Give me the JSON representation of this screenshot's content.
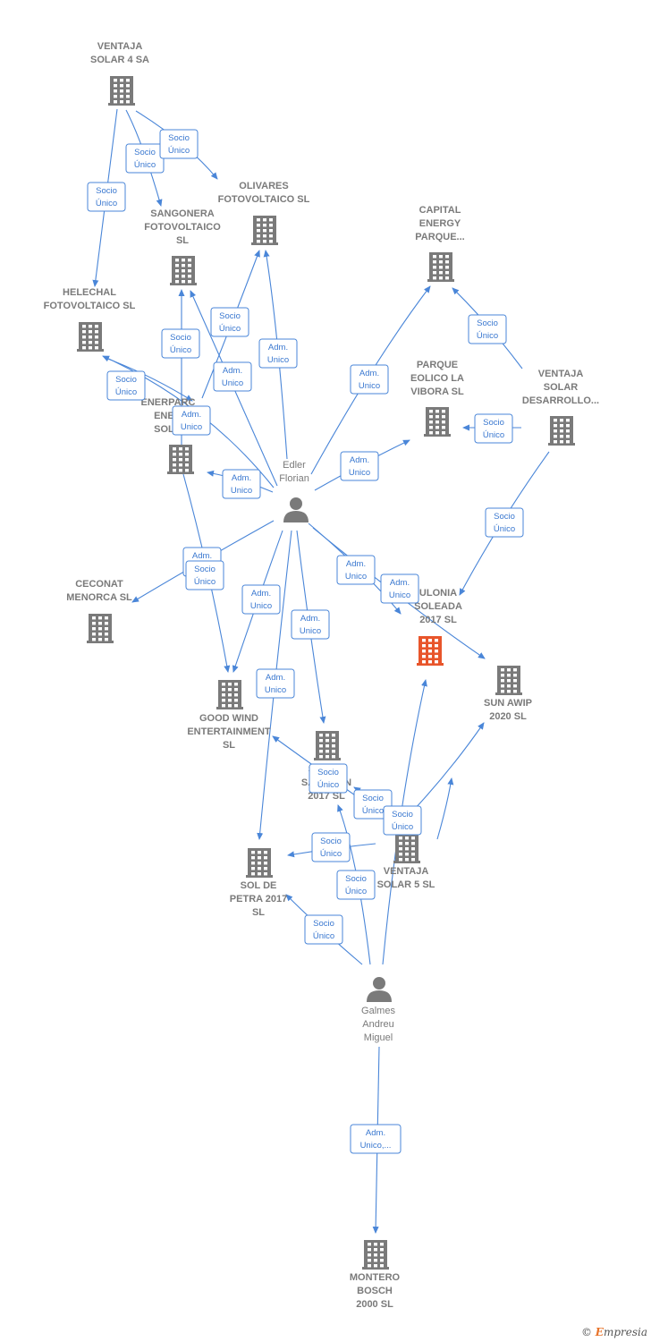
{
  "colors": {
    "edge": "#4a86d8",
    "building": "#7a7a7a",
    "highlight": "#e8552b",
    "person": "#7a7a7a"
  },
  "icons": {
    "company": "building-icon",
    "person": "person-icon"
  },
  "nodes": [
    {
      "id": "ventaja4",
      "type": "company",
      "label": [
        "VENTAJA",
        "SOLAR 4 SA"
      ]
    },
    {
      "id": "olivares",
      "type": "company",
      "label": [
        "OLIVARES",
        "FOTOVOLTAICO SL"
      ]
    },
    {
      "id": "sangonera",
      "type": "company",
      "label": [
        "SANGONERA",
        "FOTOVOLTAICO",
        "SL"
      ]
    },
    {
      "id": "helechal",
      "type": "company",
      "label": [
        "HELECHAL",
        "FOTOVOLTAICO SL"
      ]
    },
    {
      "id": "capital",
      "type": "company",
      "label": [
        "CAPITAL",
        "ENERGY",
        "PARQUE..."
      ]
    },
    {
      "id": "parque",
      "type": "company",
      "label": [
        "PARQUE",
        "EOLICO LA",
        "VIBORA  SL"
      ]
    },
    {
      "id": "vsdesarrollo",
      "type": "company",
      "label": [
        "VENTAJA",
        "SOLAR",
        "DESARROLLO..."
      ]
    },
    {
      "id": "enerparc",
      "type": "company",
      "label": [
        "ENERPARC",
        "ENE...",
        "SOL..."
      ]
    },
    {
      "id": "edler",
      "type": "person",
      "label": [
        "Edler",
        "Florian"
      ]
    },
    {
      "id": "ceconat",
      "type": "company",
      "label": [
        "CECONAT",
        "MENORCA SL"
      ]
    },
    {
      "id": "ulonia",
      "type": "company",
      "highlight": true,
      "label": [
        "ULONIA",
        "SOLEADA",
        "2017  SL"
      ]
    },
    {
      "id": "sunawip",
      "type": "company",
      "label": [
        "SUN AWIP",
        "2020  SL"
      ]
    },
    {
      "id": "goodwind",
      "type": "company",
      "label": [
        "GOOD WIND",
        "ENTERTAINMENT",
        "SL"
      ]
    },
    {
      "id": "solsan",
      "type": "company",
      "label": [
        "SOL DE",
        "SAN JUAN",
        "2017  SL"
      ]
    },
    {
      "id": "ventaja5",
      "type": "company",
      "label": [
        "VENTAJA",
        "SOLAR 5  SL"
      ]
    },
    {
      "id": "solpetra",
      "type": "company",
      "label": [
        "SOL DE",
        "PETRA 2017",
        "SL"
      ]
    },
    {
      "id": "galmes",
      "type": "person",
      "label": [
        "Galmes",
        "Andreu",
        "Miguel"
      ]
    },
    {
      "id": "montero",
      "type": "company",
      "label": [
        "MONTERO",
        "BOSCH",
        "2000  SL"
      ]
    }
  ],
  "edges": [
    {
      "label": [
        "Socio",
        "Único"
      ]
    },
    {
      "label": [
        "Socio",
        "Único"
      ]
    },
    {
      "label": [
        "Socio",
        "Único"
      ]
    },
    {
      "label": [
        "Socio",
        "Único"
      ]
    },
    {
      "label": [
        "Socio",
        "Único"
      ]
    },
    {
      "label": [
        "Adm.",
        "Unico"
      ]
    },
    {
      "label": [
        "Socio",
        "Único"
      ]
    },
    {
      "label": [
        "Adm.",
        "Unico"
      ]
    },
    {
      "label": [
        "Adm.",
        "Unico"
      ]
    },
    {
      "label": [
        "Adm.",
        "Unico"
      ]
    },
    {
      "label": [
        "Adm.",
        "Unico"
      ]
    },
    {
      "label": [
        "Socio",
        "Único"
      ]
    },
    {
      "label": [
        "Adm.",
        "Unico"
      ]
    },
    {
      "label": [
        "Socio",
        "Único"
      ]
    },
    {
      "label": [
        "Adm.",
        "Unico"
      ]
    },
    {
      "label": [
        "Socio",
        "Único"
      ]
    },
    {
      "label": [
        "Adm.",
        "Unico"
      ]
    },
    {
      "label": [
        "Adm.",
        "Unico"
      ]
    },
    {
      "label": [
        "Adm.",
        "Unico"
      ]
    },
    {
      "label": [
        "Adm.",
        "Unico"
      ]
    },
    {
      "label": [
        "Adm.",
        "Unico"
      ]
    },
    {
      "label": [
        "Socio",
        "Único"
      ]
    },
    {
      "label": [
        "Socio",
        "Único"
      ]
    },
    {
      "label": [
        "Socio",
        "Único"
      ]
    },
    {
      "label": [
        "Socio",
        "Único"
      ]
    },
    {
      "label": [
        "Socio",
        "Único"
      ]
    },
    {
      "label": [
        "Socio",
        "Único"
      ]
    },
    {
      "label": [
        "Socio",
        "Único"
      ]
    },
    {
      "label": [
        "Adm.",
        "Unico,..."
      ]
    }
  ],
  "footer": {
    "copyright": "©",
    "brand_e": "E",
    "brand_rest": "mpresia"
  }
}
